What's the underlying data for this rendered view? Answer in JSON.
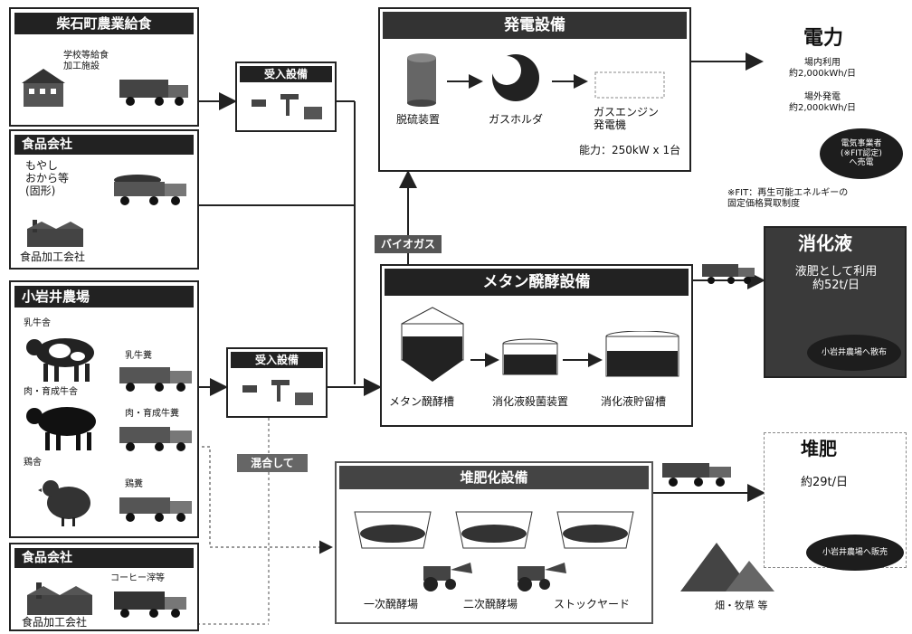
{
  "sources": {
    "school": {
      "title": "柴石町農業給食",
      "facility": "学校等給食\n加工施設"
    },
    "food_company_1": {
      "title": "食品会社",
      "material": "もやし\nおから等\n(固形)",
      "plant": "食品加工会社"
    },
    "farm": {
      "title": "小岩井農場",
      "dairy_barn": "乳牛舎",
      "dairy_manure": "乳牛糞",
      "beef_barn": "肉・育成牛舎",
      "beef_manure": "肉・育成牛糞",
      "poultry_house": "鶏舎",
      "poultry_manure": "鶏糞"
    },
    "food_company_2": {
      "title": "食品会社",
      "material": "コーヒー滓等",
      "plant": "食品加工会社"
    }
  },
  "receiving": {
    "upper": "受入設備",
    "lower": "受入設備"
  },
  "power_plant": {
    "title": "発電設備",
    "desulfurizer": "脱硫装置",
    "gas_holder": "ガスホルダ",
    "gas_engine": "ガスエンジン\n発電機",
    "capacity": "能力：250kW x 1台"
  },
  "biogas_label": "バイオガス",
  "methane": {
    "title": "メタン醗酵設備",
    "tank1": "メタン醗酵槽",
    "tank2": "消化液殺菌装置",
    "tank3": "消化液貯留槽"
  },
  "compost_plant": {
    "title": "堆肥化設備",
    "stage1": "一次醗酵場",
    "stage2": "二次醗酵場",
    "stage3": "ストックヤード",
    "mixed_label": "混合して"
  },
  "outputs": {
    "power": {
      "title": "電力",
      "internal": "場内利用\n約2,000kWh/日",
      "external": "場外発電\n約2,000kWh/日",
      "badge": "電気事業者\n(※FIT認定)\nへ売電",
      "note": "※FIT：再生可能エネルギーの\n固定価格買取制度"
    },
    "digestate": {
      "title": "消化液",
      "usage": "液肥として利用\n約52t/日",
      "badge": "小岩井農場へ散布"
    },
    "compost": {
      "title": "堆肥",
      "amount": "約29t/日",
      "badge": "小岩井農場へ販売",
      "field": "畑・牧草 等"
    }
  }
}
